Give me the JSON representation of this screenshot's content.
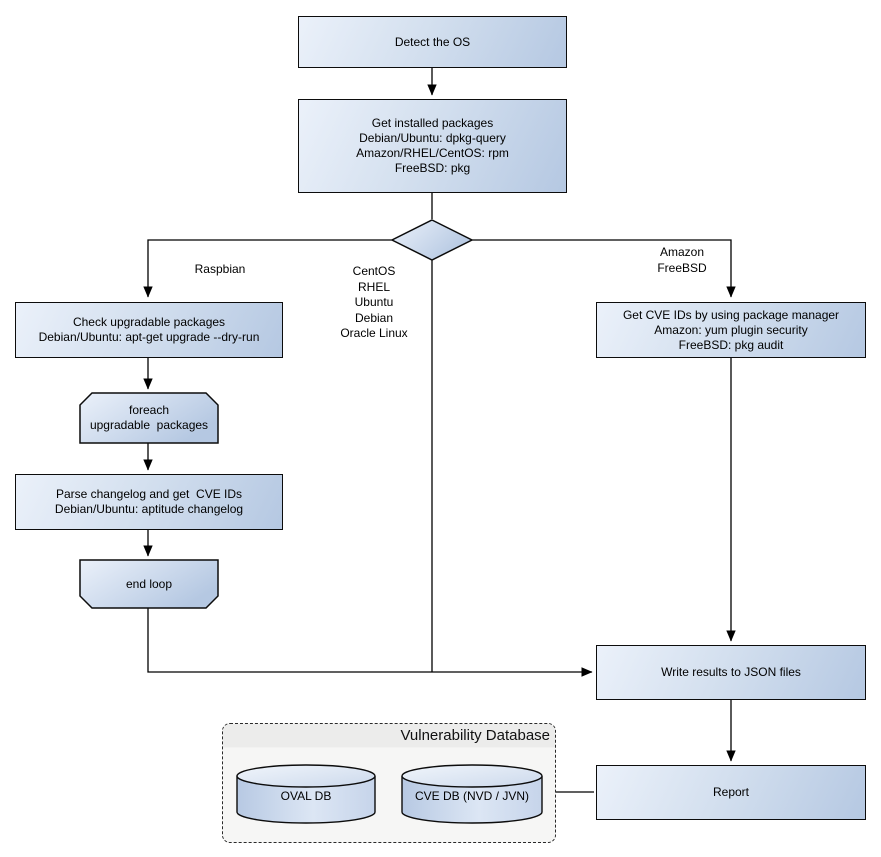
{
  "nodes": {
    "detect_os": {
      "label": "Detect the OS"
    },
    "get_installed_packages": {
      "lines": [
        "Get installed packages",
        "Debian/Ubuntu: dpkg-query",
        "Amazon/RHEL/CentOS: rpm",
        "FreeBSD: pkg"
      ]
    },
    "check_upgradable_packages": {
      "lines": [
        "Check upgradable packages",
        "Debian/Ubuntu: apt-get upgrade --dry-run"
      ]
    },
    "foreach_loop": {
      "lines": [
        "foreach",
        "upgradable  packages"
      ]
    },
    "parse_changelog": {
      "lines": [
        "Parse changelog and get  CVE IDs",
        "Debian/Ubuntu: aptitude changelog"
      ]
    },
    "end_loop": {
      "label": "end loop"
    },
    "get_cve_ids": {
      "lines": [
        "Get CVE IDs by using package manager",
        "Amazon: yum plugin security",
        "FreeBSD: pkg audit"
      ]
    },
    "write_results": {
      "label": "Write results to JSON files"
    },
    "report": {
      "label": "Report"
    }
  },
  "branch_labels": {
    "left": "Raspbian",
    "middle": [
      "CentOS",
      "RHEL",
      "Ubuntu",
      "Debian",
      "Oracle Linux"
    ],
    "right": [
      "Amazon",
      "FreeBSD"
    ]
  },
  "database": {
    "title": "Vulnerability Database",
    "oval_db": "OVAL DB",
    "cve_db": "CVE DB (NVD / JVN)"
  },
  "colors": {
    "node_fill_light": "#ebf1fa",
    "node_fill_dark": "#b5c8e2",
    "node_border": "#0c0c0c",
    "connector": "#000000",
    "container_fill": "#f6f6f5",
    "container_titlebar": "#ececeb",
    "background": "#ffffff"
  }
}
